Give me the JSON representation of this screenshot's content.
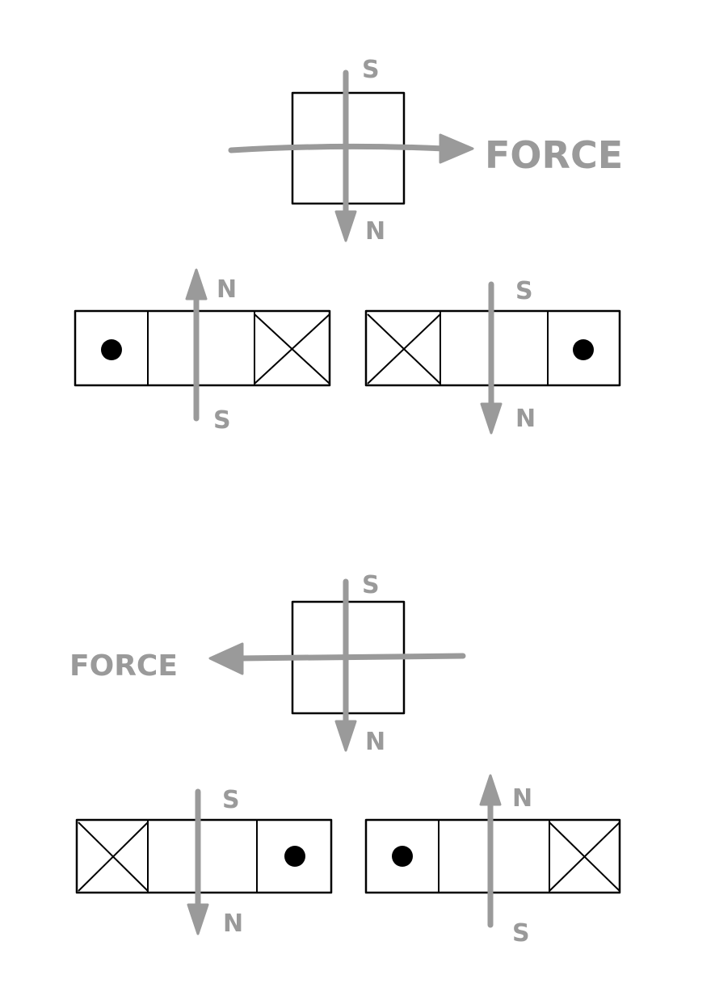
{
  "colors": {
    "line": "#000000",
    "arrow": "#9a9a9a"
  },
  "top": {
    "magnet": {
      "top_pole": "S",
      "bottom_pole": "N"
    },
    "force_label": "FORCE",
    "left_coil": {
      "top_pole": "N",
      "bottom_pole": "S"
    },
    "right_coil": {
      "top_pole": "S",
      "bottom_pole": "N"
    }
  },
  "bottom": {
    "magnet": {
      "top_pole": "S",
      "bottom_pole": "N"
    },
    "force_label": "FORCE",
    "left_coil": {
      "top_pole": "S",
      "bottom_pole": "N"
    },
    "right_coil": {
      "top_pole": "N",
      "bottom_pole": "S"
    }
  }
}
